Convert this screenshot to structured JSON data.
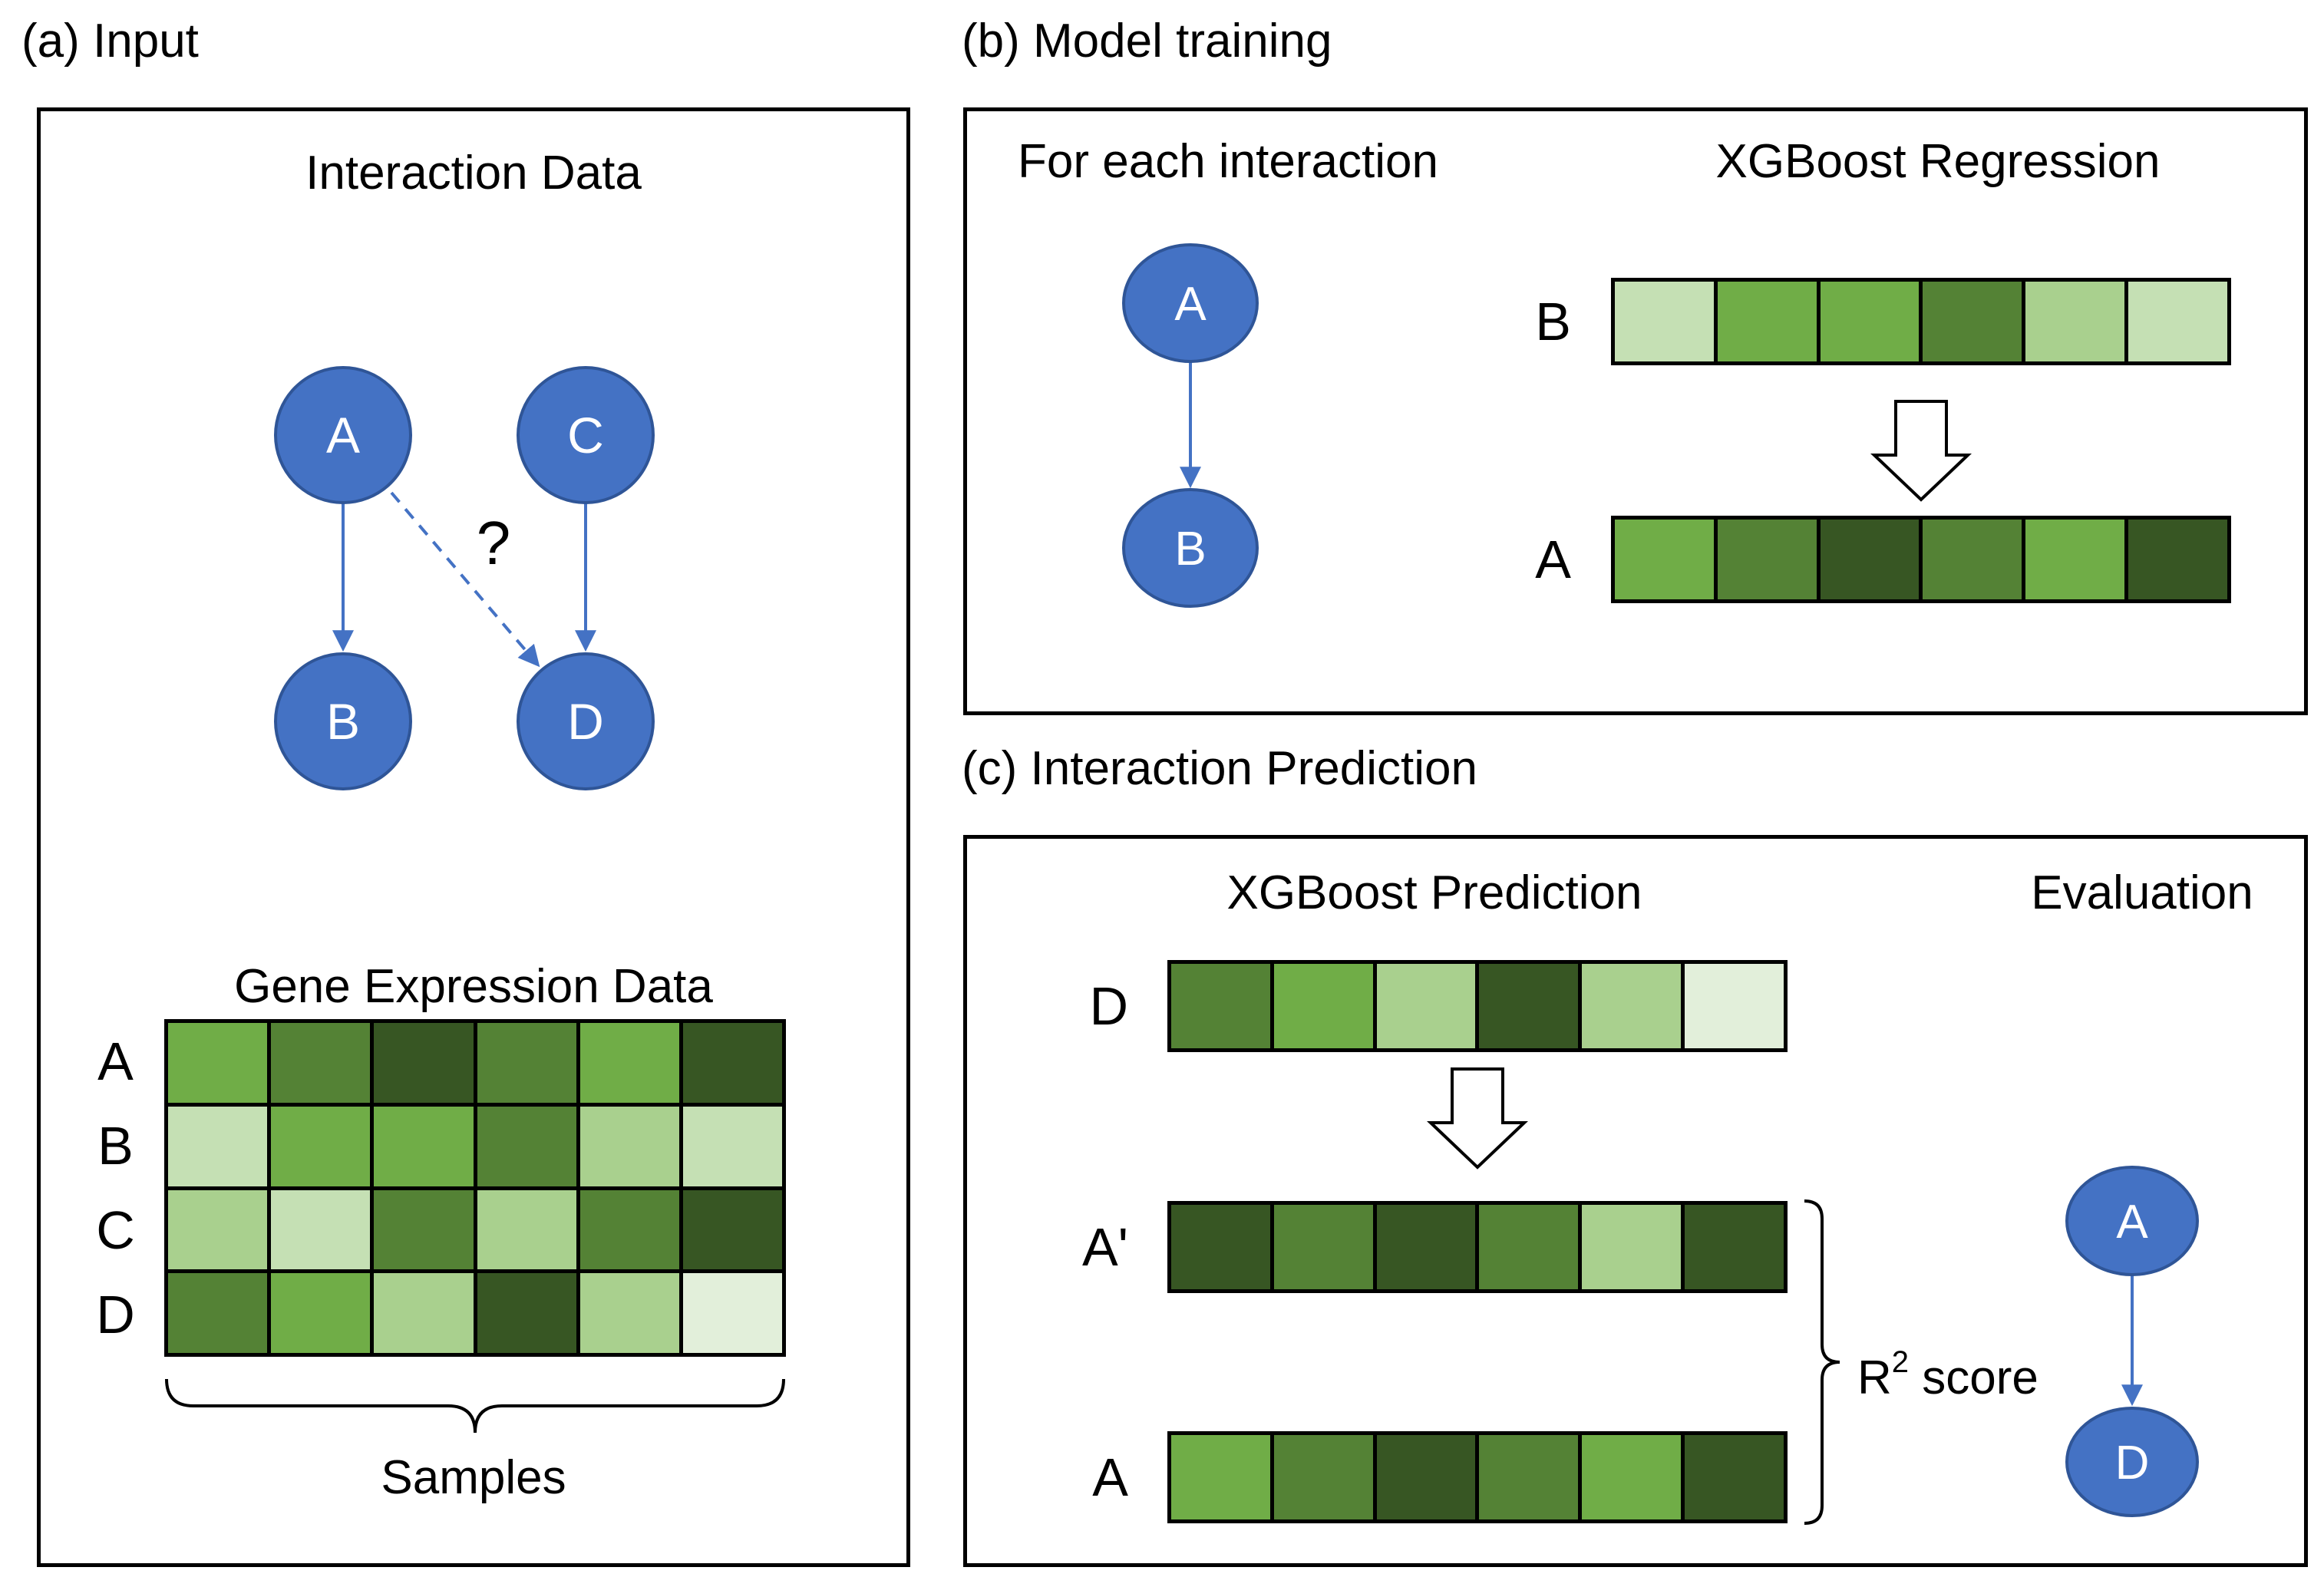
{
  "palette": {
    "canvas_bg": "#FFFFFF",
    "node_fill": "#4472C4",
    "node_stroke": "#2F5597",
    "arrow_blue": "#4472C4",
    "line_black": "#000000"
  },
  "green_scale_legend": {
    "darkest": "#375623",
    "dark": "#548235",
    "medium": "#70AD47",
    "light_medium": "#A9D08E",
    "light": "#C5E0B4",
    "very_light": "#E2EFDA"
  },
  "titles": {
    "panel_a": "(a) Input",
    "panel_b": "(b) Model training",
    "panel_c": "(c) Interaction Prediction"
  },
  "panel_a": {
    "heading": "Interaction Data",
    "nodes": [
      {
        "label": "A"
      },
      {
        "label": "C"
      },
      {
        "label": "B"
      },
      {
        "label": "D"
      }
    ],
    "question_mark": "?",
    "expression_heading": "Gene Expression Data",
    "heatmap": {
      "row_labels": [
        "A",
        "B",
        "C",
        "D"
      ],
      "cell_colors": [
        [
          "#70AD47",
          "#548235",
          "#375623",
          "#548235",
          "#70AD47",
          "#375623"
        ],
        [
          "#C5E0B4",
          "#70AD47",
          "#70AD47",
          "#548235",
          "#A9D08E",
          "#C5E0B4"
        ],
        [
          "#A9D08E",
          "#C5E0B4",
          "#548235",
          "#A9D08E",
          "#548235",
          "#375623"
        ],
        [
          "#548235",
          "#70AD47",
          "#A9D08E",
          "#375623",
          "#A9D08E",
          "#E2EFDA"
        ]
      ]
    },
    "samples_label": "Samples"
  },
  "panel_b": {
    "heading_left": "For each interaction",
    "heading_right": "XGBoost Regression",
    "nodes": [
      {
        "label": "A"
      },
      {
        "label": "B"
      }
    ],
    "strips": [
      {
        "label": "B",
        "colors": [
          "#C5E0B4",
          "#70AD47",
          "#70AD47",
          "#548235",
          "#A9D08E",
          "#C5E0B4"
        ]
      },
      {
        "label": "A",
        "colors": [
          "#70AD47",
          "#548235",
          "#375623",
          "#548235",
          "#70AD47",
          "#375623"
        ]
      }
    ]
  },
  "panel_c": {
    "heading_left": "XGBoost Prediction",
    "heading_right": "Evaluation",
    "strips": [
      {
        "label": "D",
        "colors": [
          "#548235",
          "#70AD47",
          "#A9D08E",
          "#375623",
          "#A9D08E",
          "#E2EFDA"
        ]
      },
      {
        "label": "A'",
        "colors": [
          "#375623",
          "#548235",
          "#375623",
          "#548235",
          "#A9D08E",
          "#375623"
        ]
      },
      {
        "label": "A",
        "colors": [
          "#70AD47",
          "#548235",
          "#375623",
          "#548235",
          "#70AD47",
          "#375623"
        ]
      }
    ],
    "r2": {
      "base": "R",
      "sup": "2",
      "rest": " score"
    },
    "nodes": [
      {
        "label": "A"
      },
      {
        "label": "D"
      }
    ]
  }
}
